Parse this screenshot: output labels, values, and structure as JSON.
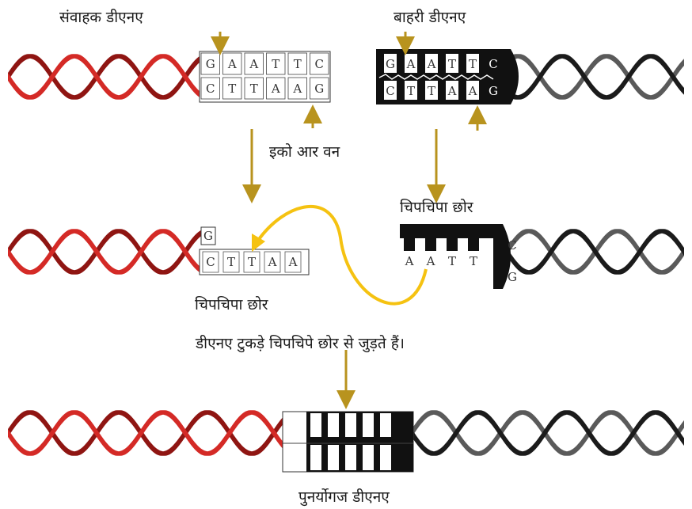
{
  "labels": {
    "vector_dna": "संवाहक डीएनए",
    "foreign_dna": "बाहरी डीएनए",
    "enzyme": "इको आर वन",
    "sticky_end_right": "चिपचिपा छोर",
    "sticky_end_left": "चिपचिपा छोर",
    "joining_note": "डीएनए टुकड़े चिपचिपे छोर से जुड़ते हैं।",
    "recombinant_dna": "पुनर्योगज डीएनए"
  },
  "sequences": {
    "vector_top": [
      "G",
      "A",
      "A",
      "T",
      "T",
      "C"
    ],
    "vector_bottom": [
      "C",
      "T",
      "T",
      "A",
      "A",
      "G"
    ],
    "foreign_top": [
      "G",
      "A",
      "A",
      "T",
      "T",
      "C"
    ],
    "foreign_bottom": [
      "C",
      "T",
      "T",
      "A",
      "A",
      "G"
    ],
    "vector_cut_top": [
      "G"
    ],
    "vector_cut_bottom": [
      "C",
      "T",
      "T",
      "A",
      "A"
    ],
    "foreign_cut_overhang": [
      "A",
      "A",
      "T",
      "T"
    ],
    "foreign_cut_right": [
      "C",
      "G"
    ]
  },
  "colors": {
    "vector_strand": "#d42a26",
    "vector_strand_dark": "#8f1512",
    "foreign_strand": "#1b1b1b",
    "foreign_strand_light": "#5a5a5a",
    "arrow": "#b8931e",
    "curve_arrow": "#f5c211"
  }
}
